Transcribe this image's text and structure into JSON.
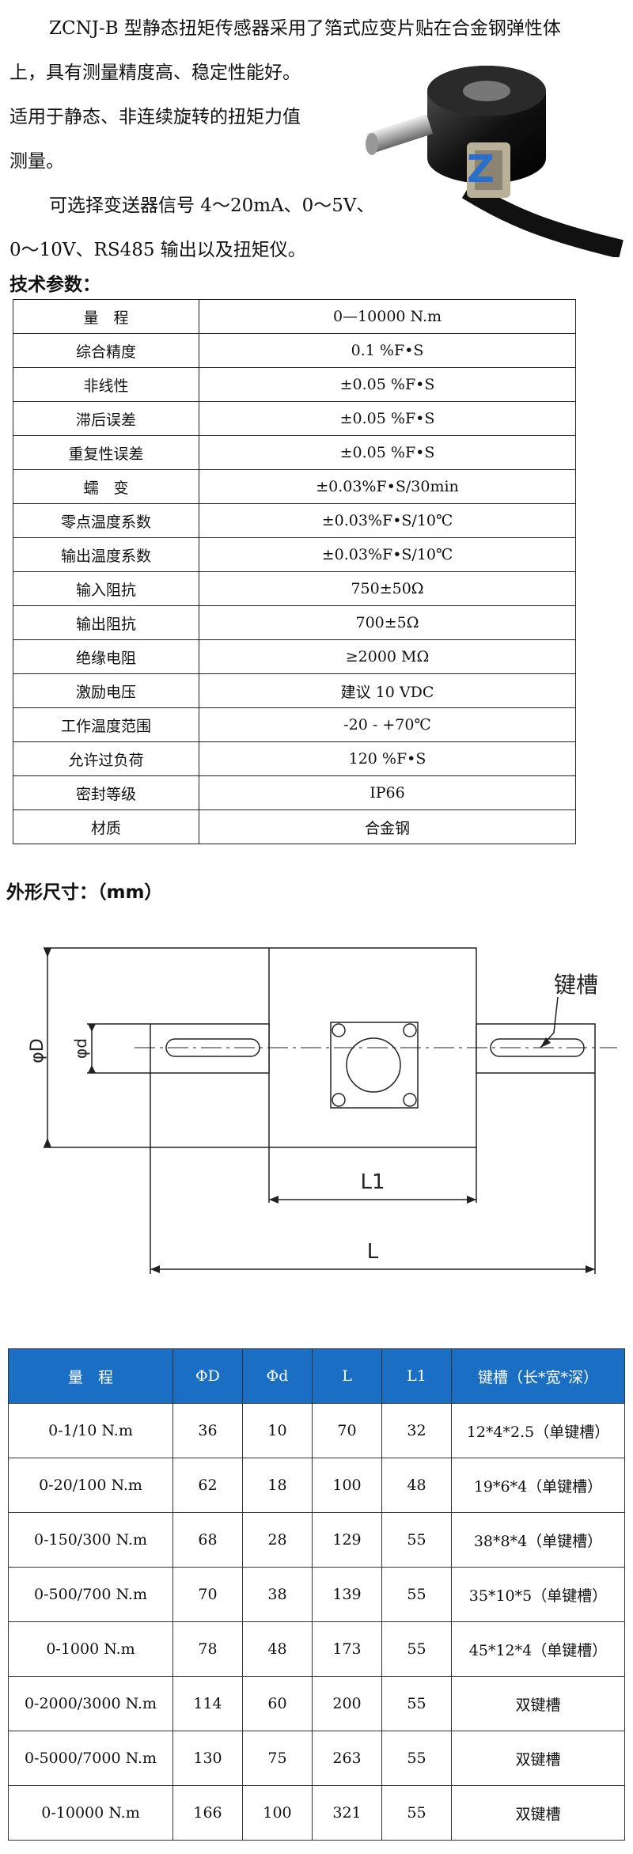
{
  "intro": {
    "line1": "ZCNJ-B 型静态扭矩传感器采用了箔式应变片贴在合金钢弹性体",
    "line2": "上，具有测量精度高、稳定性能好。",
    "line3": "适用于静态、非连续旋转的扭矩力值",
    "line4": "测量。",
    "line5": "可选择变送器信号 4～20mA、0～5V、",
    "line6": "0～10V、RS485 输出以及扭矩仪。"
  },
  "spec_title": "技术参数：",
  "spec_rows": [
    {
      "label": "量　程",
      "value": "0—10000 N.m"
    },
    {
      "label": "综合精度",
      "value": "0.1 %F•S"
    },
    {
      "label": "非线性",
      "value": "±0.05 %F•S"
    },
    {
      "label": "滞后误差",
      "value": "±0.05 %F•S"
    },
    {
      "label": "重复性误差",
      "value": "±0.05 %F•S"
    },
    {
      "label": "蠕　变",
      "value": "±0.03%F•S/30min"
    },
    {
      "label": "零点温度系数",
      "value": "±0.03%F•S/10℃"
    },
    {
      "label": "输出温度系数",
      "value": "±0.03%F•S/10℃"
    },
    {
      "label": "输入阻抗",
      "value": "750±50Ω"
    },
    {
      "label": "输出阻抗",
      "value": "700±5Ω"
    },
    {
      "label": "绝缘电阻",
      "value": "≥2000 MΩ"
    },
    {
      "label": "激励电压",
      "value": "建议 10 VDC"
    },
    {
      "label": "工作温度范围",
      "value": "-20 - +70℃"
    },
    {
      "label": "允许过负荷",
      "value": "120 %F•S"
    },
    {
      "label": "密封等级",
      "value": "IP66"
    },
    {
      "label": "材质",
      "value": "合金钢"
    }
  ],
  "dim_title": "外形尺寸：（mm）",
  "drawing": {
    "keyway_label": "键槽",
    "phi_D": "φD",
    "phi_d": "φd",
    "L1": "L1",
    "L": "L"
  },
  "dims_table": {
    "headers": [
      "量　程",
      "ΦD",
      "Φd",
      "L",
      "L1",
      "键槽（长*宽*深）"
    ],
    "rows": [
      [
        "0-1/10 N.m",
        "36",
        "10",
        "70",
        "32",
        "12*4*2.5（单键槽）"
      ],
      [
        "0-20/100 N.m",
        "62",
        "18",
        "100",
        "48",
        "19*6*4（单键槽）"
      ],
      [
        "0-150/300 N.m",
        "68",
        "28",
        "129",
        "55",
        "38*8*4（单键槽）"
      ],
      [
        "0-500/700 N.m",
        "70",
        "38",
        "139",
        "55",
        "35*10*5（单键槽）"
      ],
      [
        "0-1000 N.m",
        "78",
        "48",
        "173",
        "55",
        "45*12*4（单键槽）"
      ],
      [
        "0-2000/3000 N.m",
        "114",
        "60",
        "200",
        "55",
        "双键槽"
      ],
      [
        "0-5000/7000 N.m",
        "130",
        "75",
        "263",
        "55",
        "双键槽"
      ],
      [
        "0-10000 N.m",
        "166",
        "100",
        "321",
        "55",
        "双键槽"
      ]
    ]
  }
}
